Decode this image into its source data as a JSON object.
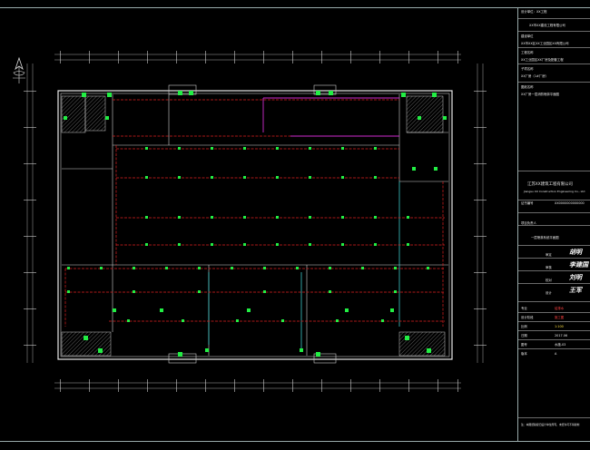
{
  "app": {
    "title": "CAD drawing viewer"
  },
  "title_block": {
    "lines": [
      "设计单位：XX工程",
      "XX市XX建设工程有限公司",
      "建设单位",
      "XX市XX区XX工业园区XX有限公司",
      "工程名称",
      "XX工业园区XX厂房及配套工程",
      "子项名称",
      "XX厂房（1#厂房）",
      "图纸名称",
      "XX厂房一层消防喷淋平面图"
    ],
    "company_cn": "江苏XX建筑工程有限公司",
    "company_en": "Jiangsu XX Construction Engineering Co., Ltd",
    "cert_left": "证书编号",
    "cert_right": "XX0000000000000",
    "project_label": "项目负责人",
    "drawing_title": "一层喷淋系统平面图",
    "roles": [
      "审定",
      "审核",
      "校对",
      "设计"
    ],
    "signatures": [
      "胡明",
      "李建国",
      "刘明",
      "王军"
    ],
    "professional_label": "专业",
    "professional_value": "给排水",
    "stage_label": "设计阶段",
    "stage_value": "施工图",
    "scale_label": "比例",
    "scale_value": "1:100",
    "date_label": "日期",
    "date_value": "2017.06",
    "sheet_label": "图号",
    "sheet_value": "水施-03",
    "version_label": "版本",
    "version_value": "A",
    "footer": "注：本图纸版权归设计单位所有，未经许可不得复制"
  }
}
